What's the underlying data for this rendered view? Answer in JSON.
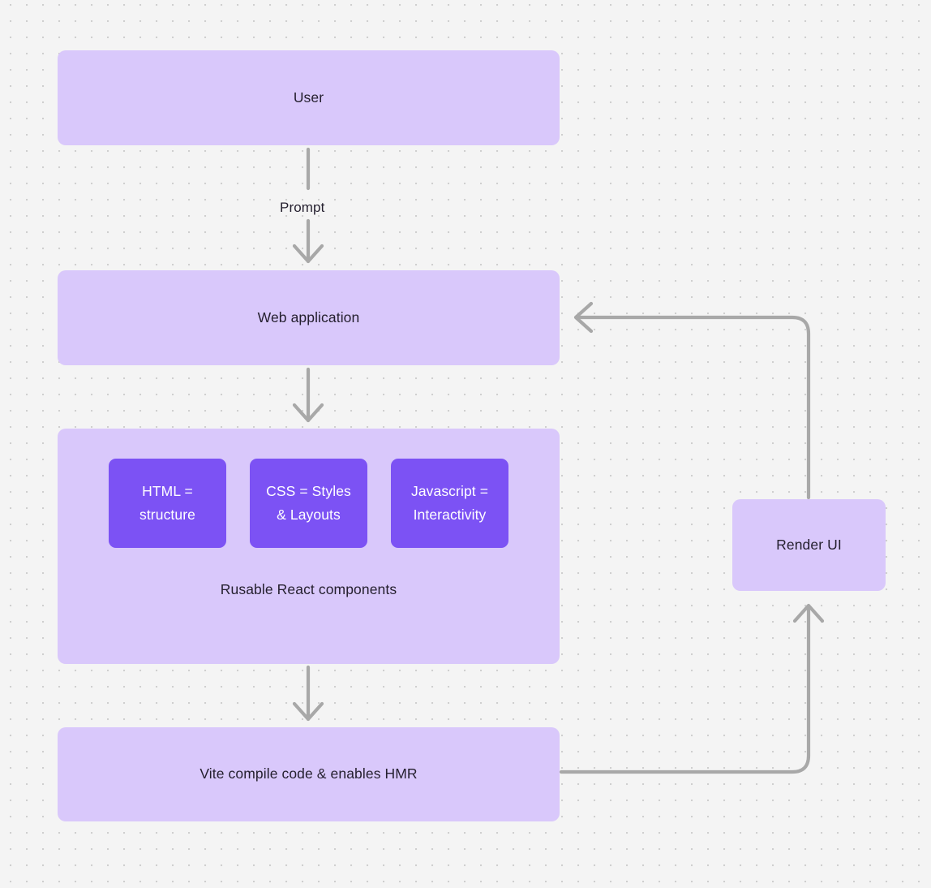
{
  "diagram": {
    "type": "flowchart",
    "background": "#f4f4f4",
    "grid": "dotted",
    "node_fill": "#d9c8fb",
    "chip_fill": "#7c52f4",
    "text_color": "#241f2e",
    "arrow_color": "#a8a8a8",
    "nodes": {
      "user": "User",
      "web_application": "Web application",
      "components_caption": "Rusable React components",
      "vite": "Vite compile code & enables HMR",
      "render_ui": "Render UI"
    },
    "chips": [
      {
        "line1": "HTML =",
        "line2": "structure"
      },
      {
        "line1": "CSS = Styles",
        "line2": "& Layouts"
      },
      {
        "line1": "Javascript =",
        "line2": "Interactivity"
      }
    ],
    "edges": [
      {
        "from": "user",
        "to": "web_application",
        "label": "Prompt",
        "direction": "down"
      },
      {
        "from": "web_application",
        "to": "components",
        "label": "",
        "direction": "down"
      },
      {
        "from": "components",
        "to": "vite",
        "label": "",
        "direction": "down"
      },
      {
        "from": "vite",
        "to": "render_ui",
        "label": "",
        "direction": "right-up"
      },
      {
        "from": "render_ui",
        "to": "web_application",
        "label": "",
        "direction": "up-left"
      }
    ]
  }
}
